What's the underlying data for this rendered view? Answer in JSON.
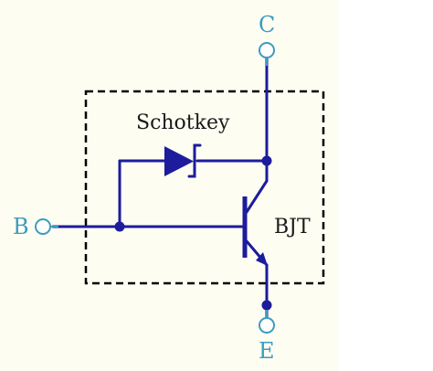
{
  "terminals": {
    "collector": "C",
    "base": "B",
    "emitter": "E"
  },
  "components": {
    "diode": "Schotkey",
    "transistor": "BJT"
  },
  "colors": {
    "wire": "#1c1c9c",
    "terminal": "#3b9cc0",
    "boundary": "#000000",
    "panel": "#fefdf2"
  }
}
